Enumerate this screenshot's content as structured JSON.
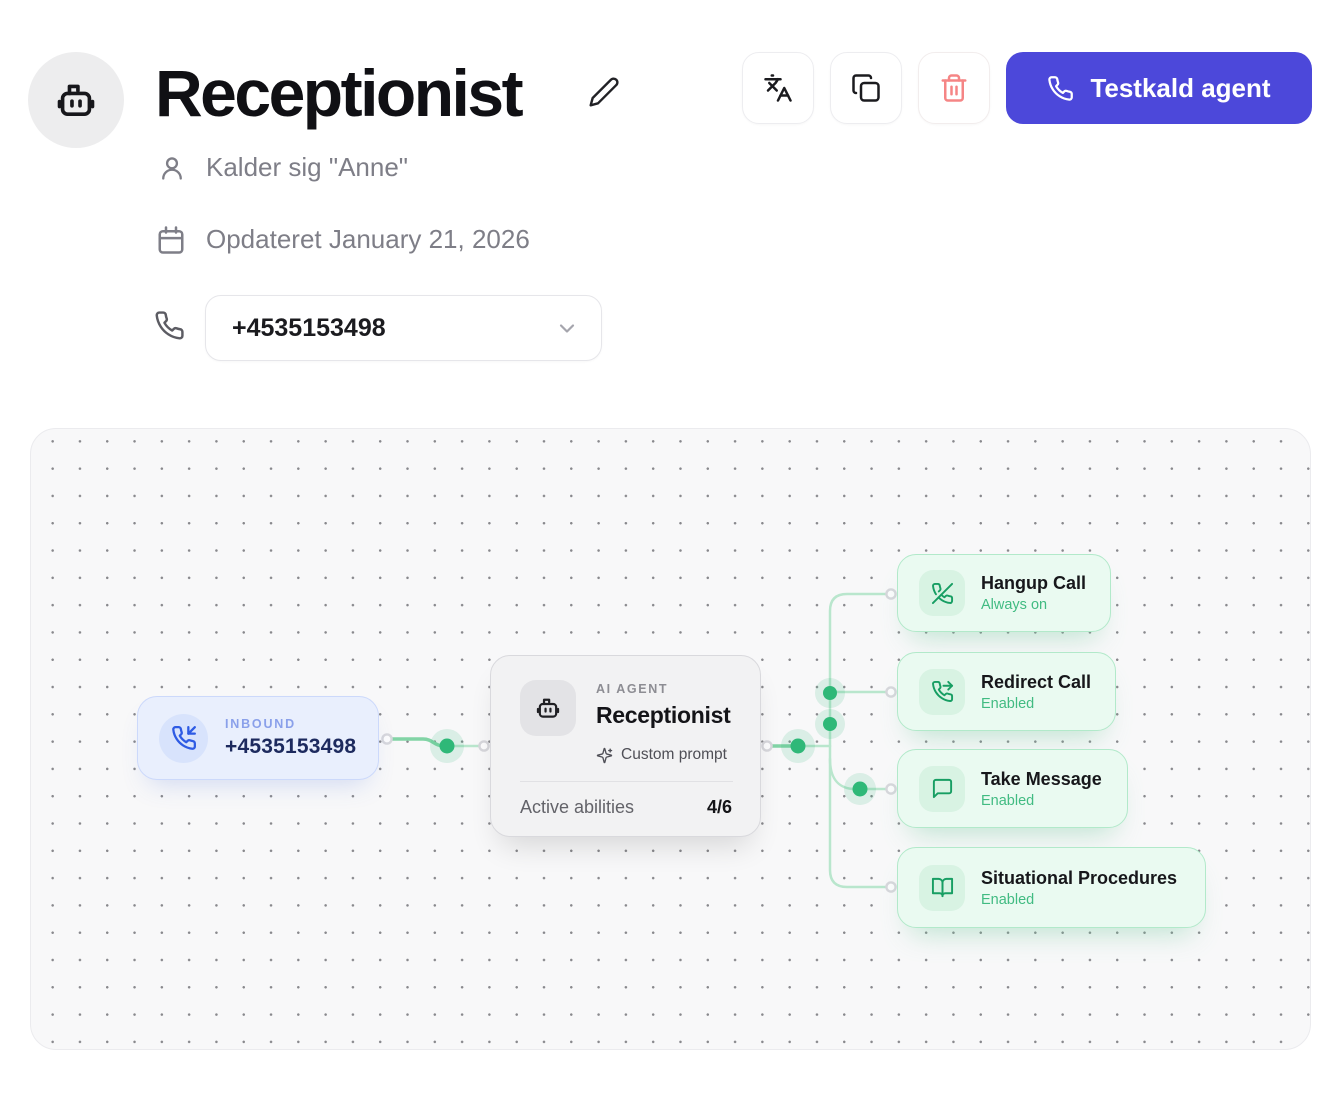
{
  "header": {
    "title": "Receptionist",
    "name_line": "Kalder sig \"Anne\"",
    "updated_line": "Opdateret January 21, 2026",
    "phone_selector": {
      "value": "+4535153498"
    },
    "toolbar": {
      "test_call_label": "Testkald agent"
    }
  },
  "icons": {
    "avatar": "robot-icon",
    "edit": "pencil-icon",
    "toolbar": [
      "languages-icon",
      "copy-icon",
      "trash-icon",
      "phone-icon"
    ],
    "meta": [
      "user-icon",
      "calendar-icon",
      "phone-icon",
      "chevron-down-icon"
    ]
  },
  "colors": {
    "accent_purple": "#4c48da",
    "delete_red": "#f58585",
    "inbound_blue": "#2e5be4",
    "ability_green": "#179e63",
    "status_green": "#41bb82",
    "wire_green": "#82d4a6",
    "canvas_bg": "#f8f8f9"
  },
  "flow": {
    "inbound_node": {
      "label": "INBOUND",
      "number": "+4535153498"
    },
    "agent_node": {
      "label": "AI AGENT",
      "name": "Receptionist",
      "prompt": "Custom prompt",
      "abilities_label": "Active abilities",
      "abilities_count": "4/6"
    },
    "ability_nodes": [
      {
        "title": "Hangup Call",
        "status": "Always on",
        "icon": "phone-off-icon"
      },
      {
        "title": "Redirect Call",
        "status": "Enabled",
        "icon": "phone-forwarded-icon"
      },
      {
        "title": "Take Message",
        "status": "Enabled",
        "icon": "message-square-icon"
      },
      {
        "title": "Situational Procedures",
        "status": "Enabled",
        "icon": "book-open-icon"
      }
    ]
  }
}
